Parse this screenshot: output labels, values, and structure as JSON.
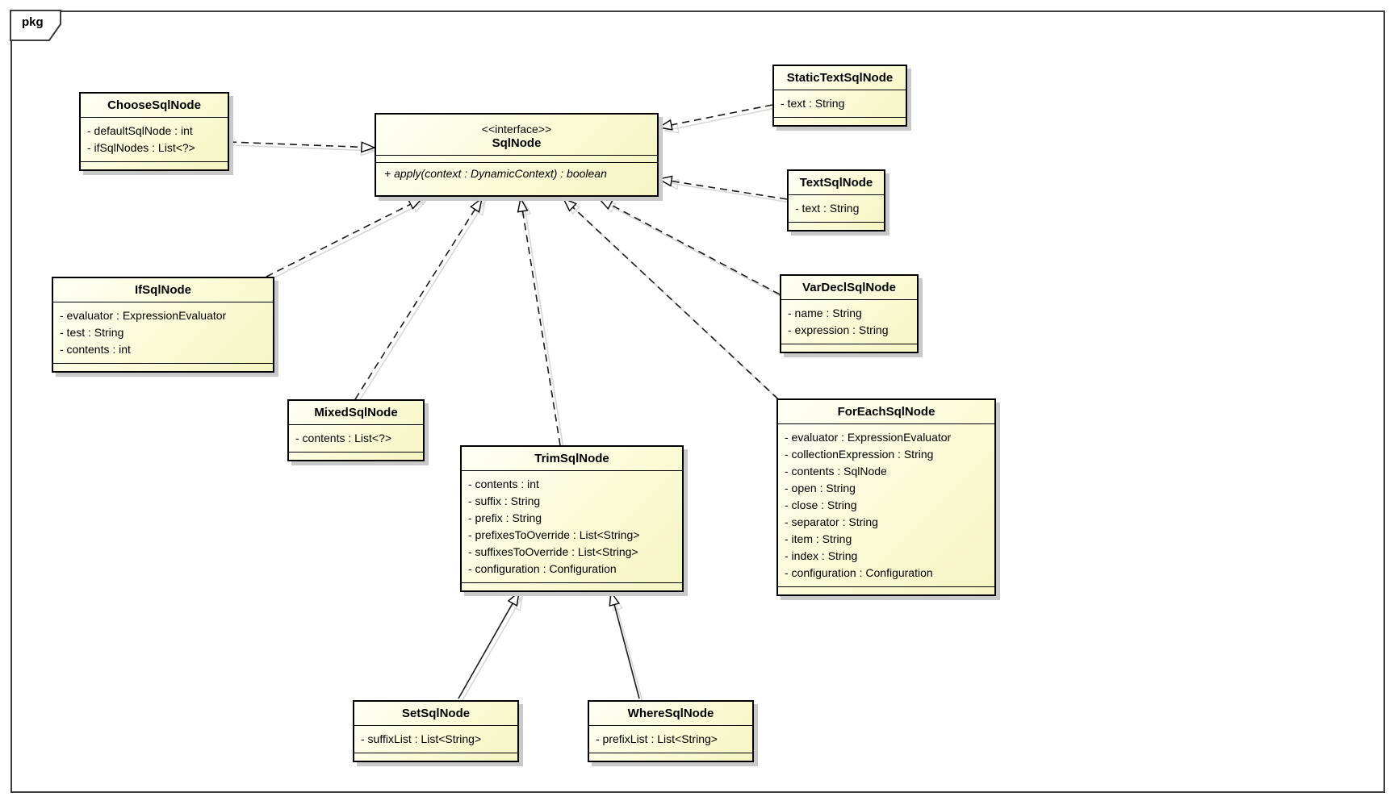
{
  "package_label": "pkg",
  "colors": {
    "class_fill": "#f9f8d0",
    "class_border": "#000000",
    "box_shadow": "#c9c9c9",
    "frame_border": "#3c3c3c"
  },
  "classes": {
    "sqlnode": {
      "stereotype": "<<interface>>",
      "name": "SqlNode",
      "attributes": [],
      "operations": [
        "+ apply(context : DynamicContext) : boolean"
      ]
    },
    "choose": {
      "name": "ChooseSqlNode",
      "attributes": [
        "- defaultSqlNode : int",
        "- ifSqlNodes : List<?>"
      ]
    },
    "statictext": {
      "name": "StaticTextSqlNode",
      "attributes": [
        "- text : String"
      ]
    },
    "text": {
      "name": "TextSqlNode",
      "attributes": [
        "- text : String"
      ]
    },
    "if": {
      "name": "IfSqlNode",
      "attributes": [
        "- evaluator : ExpressionEvaluator",
        "- test : String",
        "- contents : int"
      ]
    },
    "vardecl": {
      "name": "VarDeclSqlNode",
      "attributes": [
        "- name : String",
        "- expression : String"
      ]
    },
    "mixed": {
      "name": "MixedSqlNode",
      "attributes": [
        "- contents : List<?>"
      ]
    },
    "trim": {
      "name": "TrimSqlNode",
      "attributes": [
        "- contents : int",
        "- suffix : String",
        "- prefix : String",
        "- prefixesToOverride : List<String>",
        "- suffixesToOverride : List<String>",
        "- configuration : Configuration"
      ]
    },
    "foreach": {
      "name": "ForEachSqlNode",
      "attributes": [
        "- evaluator : ExpressionEvaluator",
        "- collectionExpression : String",
        "- contents : SqlNode",
        "- open : String",
        "- close : String",
        "- separator : String",
        "- item : String",
        "- index : String",
        "- configuration : Configuration"
      ]
    },
    "set": {
      "name": "SetSqlNode",
      "attributes": [
        "- suffixList : List<String>"
      ]
    },
    "where": {
      "name": "WhereSqlNode",
      "attributes": [
        "- prefixList : List<String>"
      ]
    }
  },
  "relations": [
    {
      "from": "ChooseSqlNode",
      "to": "SqlNode",
      "type": "realization"
    },
    {
      "from": "StaticTextSqlNode",
      "to": "SqlNode",
      "type": "realization"
    },
    {
      "from": "TextSqlNode",
      "to": "SqlNode",
      "type": "realization"
    },
    {
      "from": "IfSqlNode",
      "to": "SqlNode",
      "type": "realization"
    },
    {
      "from": "MixedSqlNode",
      "to": "SqlNode",
      "type": "realization"
    },
    {
      "from": "TrimSqlNode",
      "to": "SqlNode",
      "type": "realization"
    },
    {
      "from": "VarDeclSqlNode",
      "to": "SqlNode",
      "type": "realization"
    },
    {
      "from": "ForEachSqlNode",
      "to": "SqlNode",
      "type": "realization"
    },
    {
      "from": "SetSqlNode",
      "to": "TrimSqlNode",
      "type": "generalization"
    },
    {
      "from": "WhereSqlNode",
      "to": "TrimSqlNode",
      "type": "generalization"
    }
  ]
}
